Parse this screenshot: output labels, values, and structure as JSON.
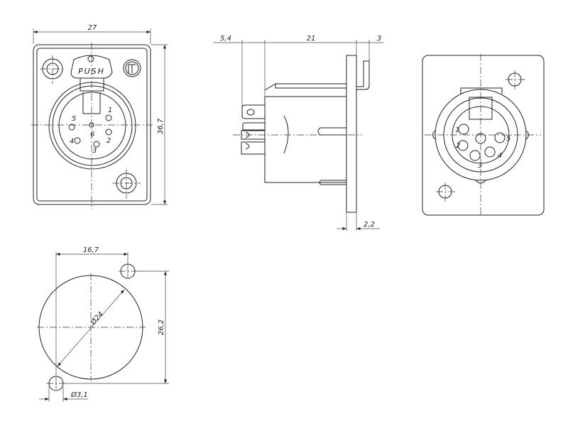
{
  "front_view": {
    "width_dim": "27",
    "height_dim": "36,7",
    "latch_label": "PUSH",
    "pins": [
      "1",
      "2",
      "3",
      "4",
      "5",
      "6"
    ]
  },
  "side_view": {
    "dim_rear": "5,4",
    "dim_body": "21",
    "dim_latch": "3",
    "dim_flange": "2,2"
  },
  "rear_view": {
    "pins": [
      "1",
      "2",
      "3",
      "4",
      "5"
    ]
  },
  "cutout_view": {
    "hole_spacing_dim": "16,7",
    "vertical_spacing_dim": "26,2",
    "cutout_diameter": "Ø24",
    "hole_diameter": "Ø3,1"
  }
}
